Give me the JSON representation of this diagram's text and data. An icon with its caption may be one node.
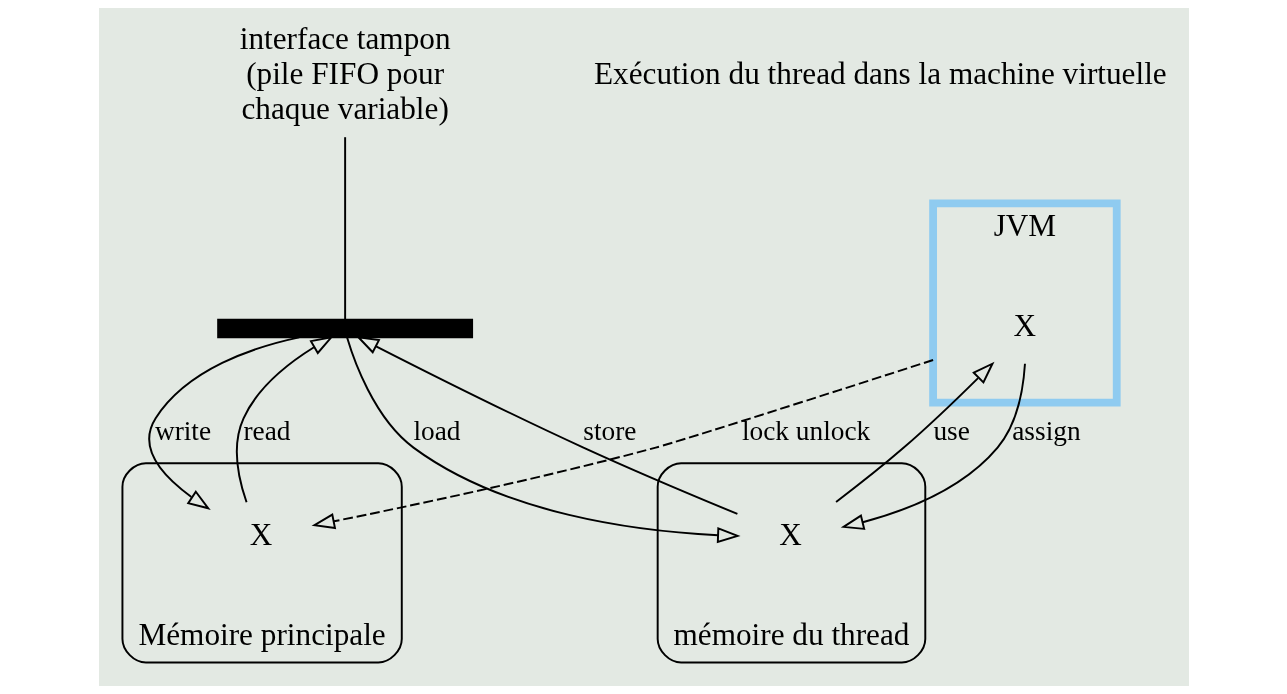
{
  "diagram": {
    "nodes": [
      {
        "text": [
          "Mémoire principale"
        ]
      },
      {
        "text": [
          "X"
        ],
        "in": 0
      },
      {
        "text": [],
        "shape": "bar"
      },
      {
        "text": [
          "interface tampon (pile FIFO pour chaque variable)"
        ]
      },
      {
        "text": [
          "mémoire du thread"
        ]
      },
      {
        "text": [
          "X"
        ],
        "in": 4
      },
      {
        "text": [
          "JVM"
        ]
      },
      {
        "text": [
          "X"
        ],
        "in": 6
      }
    ],
    "edges": [
      {
        "from": 1,
        "to": 2,
        "arrow": "to",
        "label": "read"
      },
      {
        "from": 2,
        "to": 1,
        "arrow": "to",
        "label": "write"
      },
      {
        "from": 2,
        "to": 5,
        "arrow": "to",
        "label": "load"
      },
      {
        "from": 5,
        "to": 2,
        "arrow": "to",
        "label": "store"
      },
      {
        "from": 5,
        "to": 7,
        "arrow": "to",
        "label": "use"
      },
      {
        "from": 7,
        "to": 5,
        "arrow": "to",
        "label": "assign"
      },
      {
        "from": 3,
        "to": 2,
        "arrow": "none"
      },
      {
        "from": 6,
        "to": 1,
        "arrow": "to",
        "label": "lock unlock",
        "style": "dashed"
      }
    ],
    "labels": [
      "Exécution du thread dans la machine virtuelle"
    ]
  }
}
